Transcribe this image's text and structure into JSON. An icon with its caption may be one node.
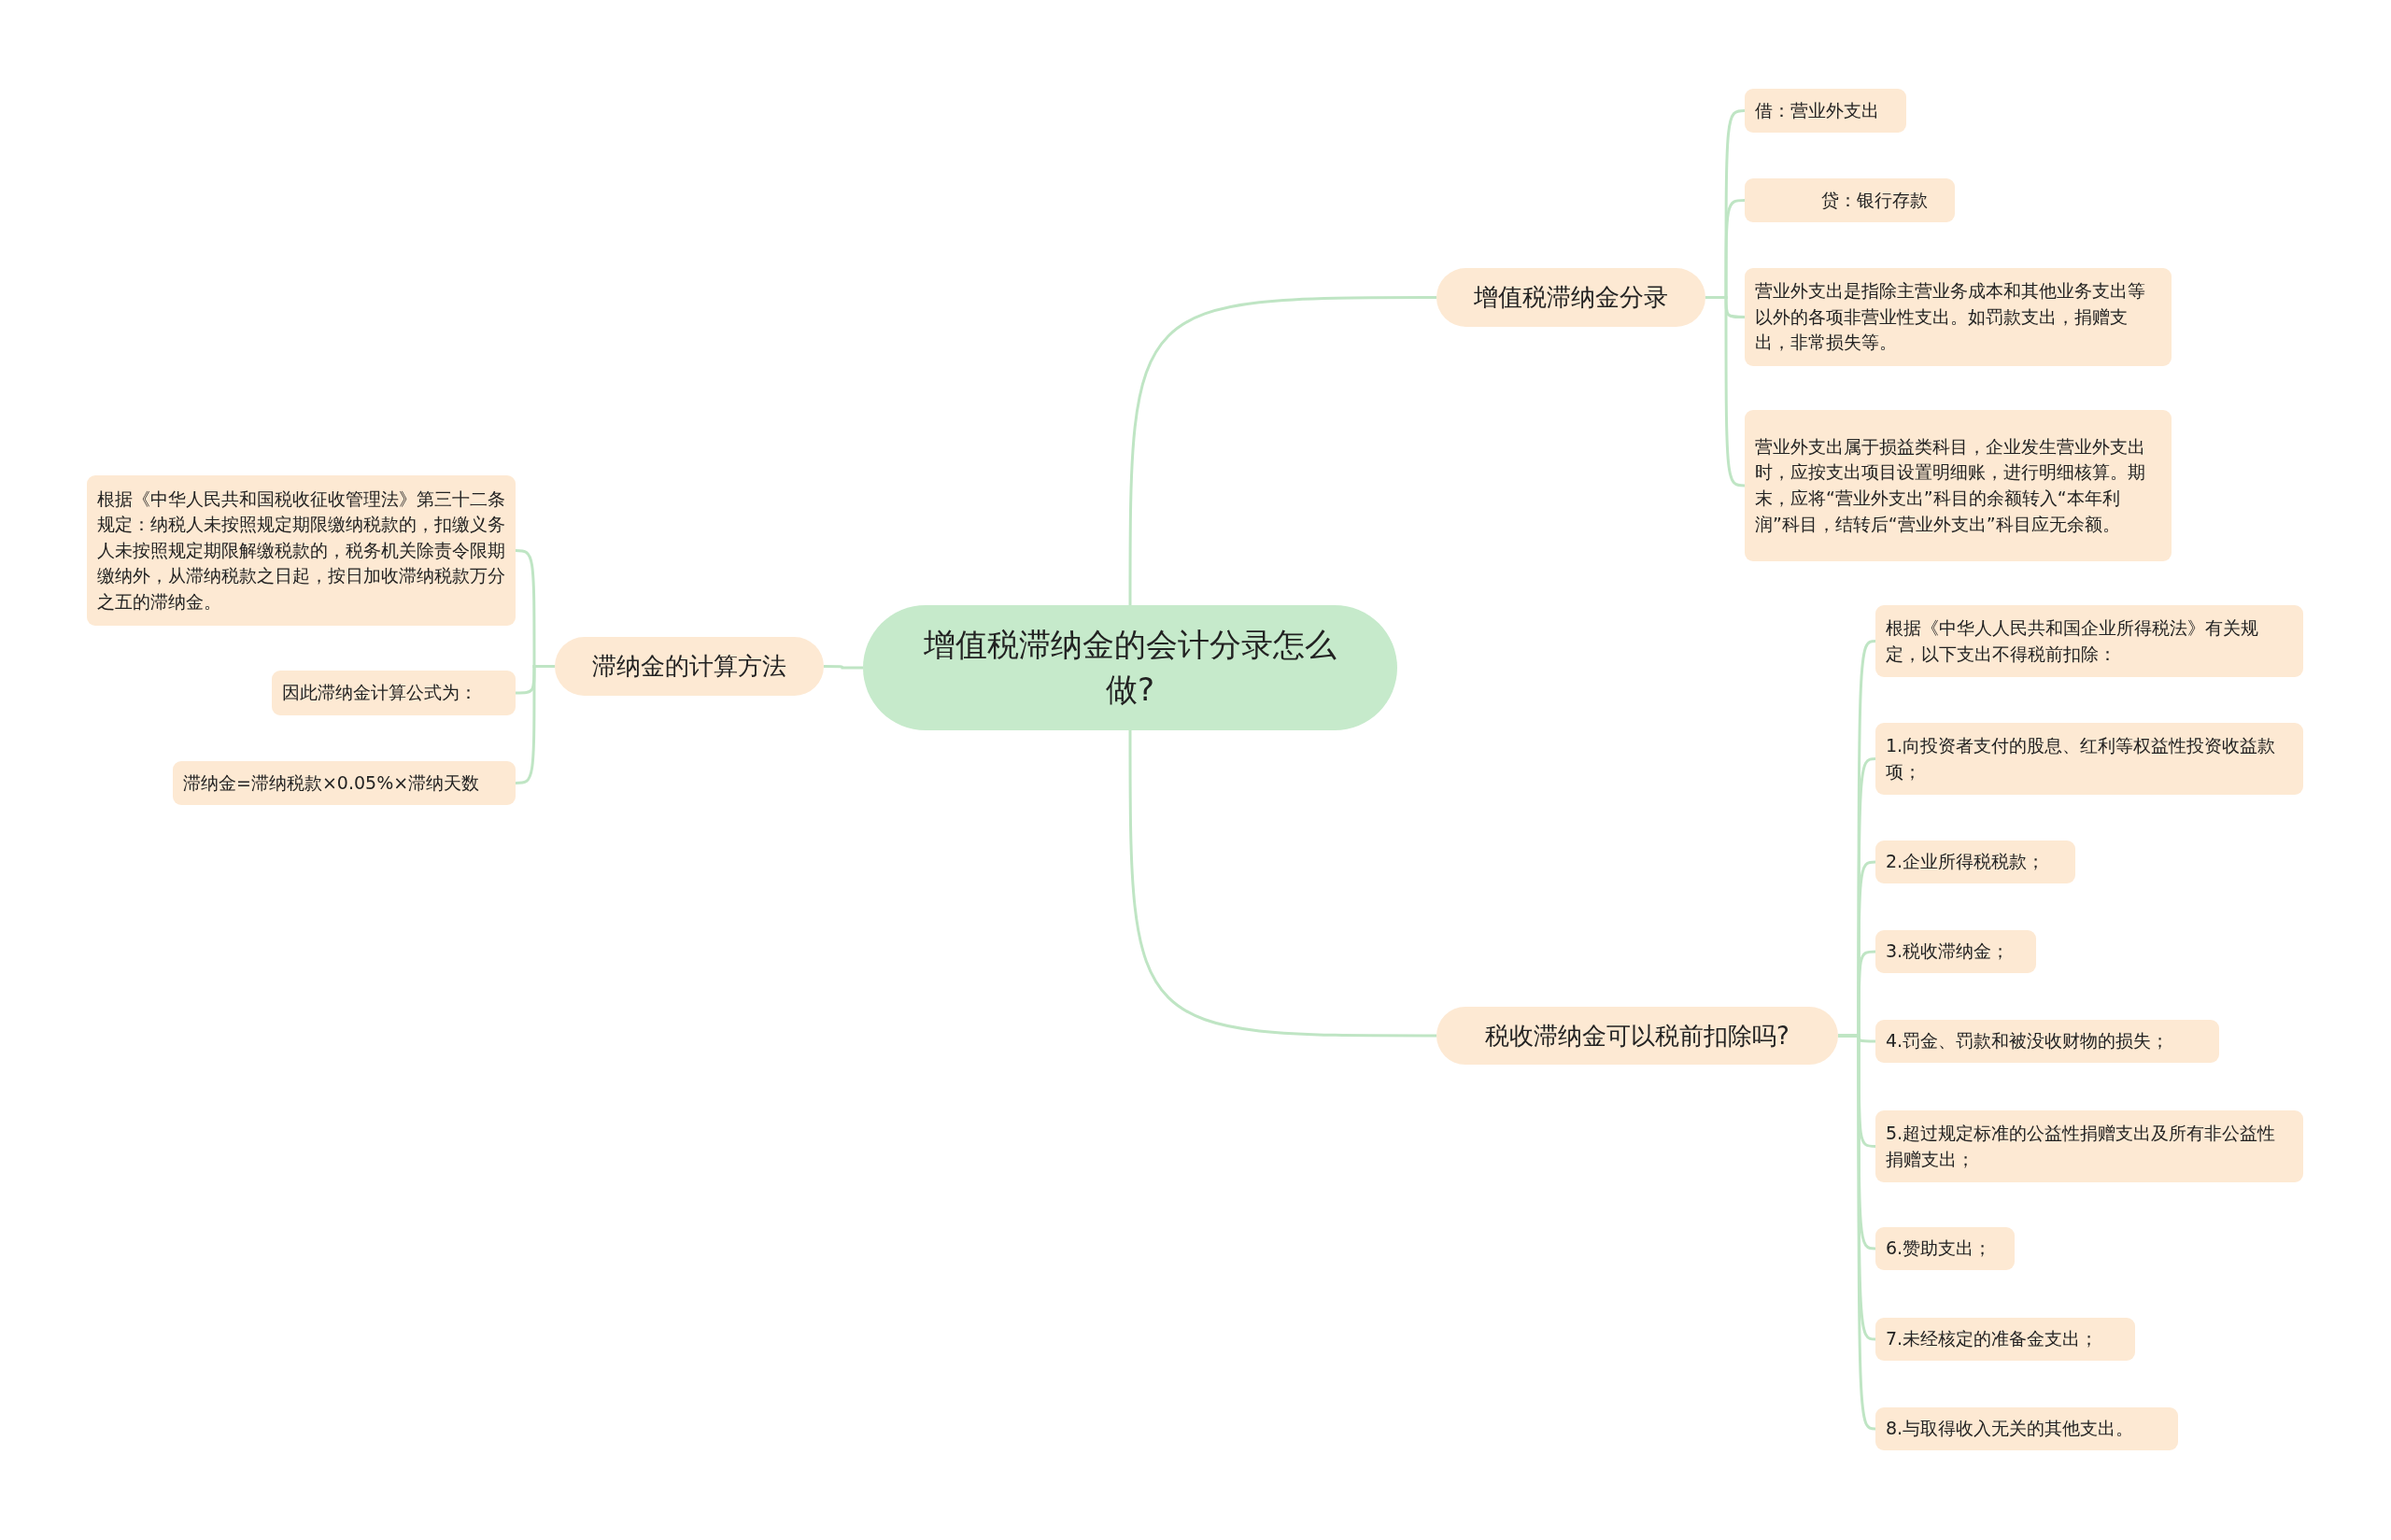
{
  "diagram": {
    "nodes": [
      {
        "text": [
          "增值税滞纳金的会计分录怎么做?"
        ]
      },
      {
        "text": [
          "增值税滞纳金分录"
        ]
      },
      {
        "text": [
          "借：营业外支出"
        ]
      },
      {
        "text": [
          "贷：银行存款"
        ]
      },
      {
        "text": [
          "营业外支出是指除主营业务成本和其他业务支出等以外的各项非营业性支出。如罚款支出，捐赠支出，非常损失等。"
        ]
      },
      {
        "text": [
          "营业外支出属于损益类科目，企业发生营业外支出时，应按支出项目设置明细账，进行明细核算。期末，应将“营业外支出”科目的余额转入“本年利润”科目，结转后“营业外支出”科目应无余额。"
        ]
      },
      {
        "text": [
          "滞纳金的计算方法"
        ]
      },
      {
        "text": [
          "根据《中华人民共和国税收征收管理法》第三十二条规定：纳税人未按照规定期限缴纳税款的，扣缴义务人未按照规定期限解缴税款的，税务机关除责令限期缴纳外，从滞纳税款之日起，按日加收滞纳税款万分之五的滞纳金。"
        ]
      },
      {
        "text": [
          "因此滞纳金计算公式为："
        ]
      },
      {
        "text": [
          "滞纳金=滞纳税款×0.05%×滞纳天数"
        ]
      },
      {
        "text": [
          "税收滞纳金可以税前扣除吗?"
        ]
      },
      {
        "text": [
          "根据《中华人人民共和国企业所得税法》有关规定，以下支出不得税前扣除："
        ]
      },
      {
        "text": [
          "1.向投资者支付的股息、红利等权益性投资收益款项；"
        ]
      },
      {
        "text": [
          "2.企业所得税税款；"
        ]
      },
      {
        "text": [
          "3.税收滞纳金；"
        ]
      },
      {
        "text": [
          "4.罚金、罚款和被没收财物的损失；"
        ]
      },
      {
        "text": [
          "5.超过规定标准的公益性捐赠支出及所有非公益性捐赠支出；"
        ]
      },
      {
        "text": [
          "6.赞助支出；"
        ]
      },
      {
        "text": [
          "7.未经核定的准备金支出；"
        ]
      },
      {
        "text": [
          "8.与取得收入无关的其他支出。"
        ]
      }
    ],
    "edges": [
      {
        "from": 0,
        "to": 1,
        "arrow": "none"
      },
      {
        "from": 1,
        "to": 2,
        "arrow": "none"
      },
      {
        "from": 1,
        "to": 3,
        "arrow": "none"
      },
      {
        "from": 1,
        "to": 4,
        "arrow": "none"
      },
      {
        "from": 1,
        "to": 5,
        "arrow": "none"
      },
      {
        "from": 0,
        "to": 6,
        "arrow": "none"
      },
      {
        "from": 6,
        "to": 7,
        "arrow": "none"
      },
      {
        "from": 6,
        "to": 8,
        "arrow": "none"
      },
      {
        "from": 6,
        "to": 9,
        "arrow": "none"
      },
      {
        "from": 0,
        "to": 10,
        "arrow": "none"
      },
      {
        "from": 10,
        "to": 11,
        "arrow": "none"
      },
      {
        "from": 10,
        "to": 12,
        "arrow": "none"
      },
      {
        "from": 10,
        "to": 13,
        "arrow": "none"
      },
      {
        "from": 10,
        "to": 14,
        "arrow": "none"
      },
      {
        "from": 10,
        "to": 15,
        "arrow": "none"
      },
      {
        "from": 10,
        "to": 16,
        "arrow": "none"
      },
      {
        "from": 10,
        "to": 17,
        "arrow": "none"
      },
      {
        "from": 10,
        "to": 18,
        "arrow": "none"
      },
      {
        "from": 10,
        "to": 19,
        "arrow": "none"
      }
    ]
  }
}
